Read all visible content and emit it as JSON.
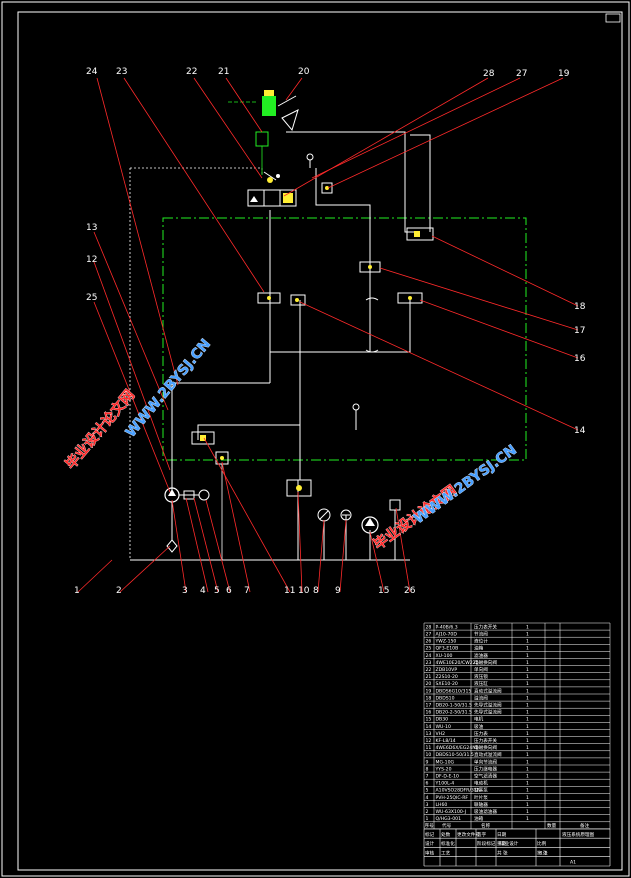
{
  "callouts": [
    "24",
    "23",
    "22",
    "21",
    "20",
    "28",
    "27",
    "19",
    "13",
    "12",
    "25",
    "18",
    "17",
    "16",
    "14",
    "1",
    "2",
    "3",
    "4",
    "5",
    "6",
    "7",
    "11",
    "10",
    "8",
    "9",
    "15",
    "26"
  ],
  "watermarks": {
    "cn_text": "毕业设计论文网",
    "url_text": "WWW.2BYSJ.CN"
  },
  "parts_table": {
    "rows": [
      {
        "no": "28",
        "code": "P-40B/6.3",
        "name": "压力表开关",
        "qty": "1"
      },
      {
        "no": "27",
        "code": "AJ10-70D",
        "name": "节流阀",
        "qty": "1"
      },
      {
        "no": "26",
        "code": "YWZ-150",
        "name": "液位计",
        "qty": "1"
      },
      {
        "no": "25",
        "code": "QF3-E10B",
        "name": "油箱",
        "qty": "1"
      },
      {
        "no": "24",
        "code": "XU-100",
        "name": "滤油器",
        "qty": "1"
      },
      {
        "no": "23",
        "code": "4WE10E20/CW220",
        "name": "电磁换向阀",
        "qty": "1"
      },
      {
        "no": "22",
        "code": "ZDB10VP",
        "name": "单向阀",
        "qty": "1"
      },
      {
        "no": "21",
        "code": "Z2S10-20",
        "name": "液压锁",
        "qty": "1"
      },
      {
        "no": "20",
        "code": "SXE10-20",
        "name": "液压缸",
        "qty": "1"
      },
      {
        "no": "19",
        "code": "DBDS6G10/315",
        "name": "直动式溢流阀",
        "qty": "1"
      },
      {
        "no": "18",
        "code": "DBDS10",
        "name": "溢流阀",
        "qty": "1"
      },
      {
        "no": "17",
        "code": "DB20-1-50/31.5",
        "name": "先导式溢流阀",
        "qty": "1"
      },
      {
        "no": "16",
        "code": "DB20-2-50/31.5",
        "name": "先导式溢流阀",
        "qty": "1"
      },
      {
        "no": "15",
        "code": "DB30",
        "name": "电机",
        "qty": "1"
      },
      {
        "no": "14",
        "code": "WU-10",
        "name": "吸油",
        "qty": "1"
      },
      {
        "no": "13",
        "code": "VH2",
        "name": "压力表",
        "qty": "1"
      },
      {
        "no": "12",
        "code": "KF-L8/14",
        "name": "压力表开关",
        "qty": "1"
      },
      {
        "no": "11",
        "code": "4WE6D6X/EG24N9",
        "name": "电磁换向阀",
        "qty": "1"
      },
      {
        "no": "10",
        "code": "DBDS10-50/31.5",
        "name": "直动式溢流阀",
        "qty": "1"
      },
      {
        "no": "9",
        "code": "MG-10G",
        "name": "单向节流阀",
        "qty": "1"
      },
      {
        "no": "8",
        "code": "YYS-20",
        "name": "压力继电器",
        "qty": "1"
      },
      {
        "no": "7",
        "code": "DF-D-E-10",
        "name": "空气滤清器",
        "qty": "1"
      },
      {
        "no": "6",
        "code": "Y100L-4",
        "name": "电动机",
        "qty": "1"
      },
      {
        "no": "5",
        "code": "A10VSO28DFR/31R",
        "name": "柱塞泵",
        "qty": "1"
      },
      {
        "no": "4",
        "code": "PVH-25QIC-RF",
        "name": "叶片泵",
        "qty": "1"
      },
      {
        "no": "3",
        "code": "LH60",
        "name": "联轴器",
        "qty": "1"
      },
      {
        "no": "2",
        "code": "WU-63X100-J",
        "name": "吸油滤油器",
        "qty": "1"
      },
      {
        "no": "1",
        "code": "Q/HG3-001",
        "name": "油箱",
        "qty": "1"
      }
    ],
    "header": {
      "no": "序号",
      "code": "代号",
      "name": "名称",
      "qty": "数量",
      "note": "备注"
    },
    "title_block": {
      "r1": [
        "标记",
        "处数",
        "更改文件号",
        "签字",
        "日期"
      ],
      "drawing_title": "液压系统原理图",
      "school": "毕业设计",
      "r2": [
        "设计",
        "标准化",
        "阶段标记",
        "重量",
        "比例"
      ],
      "r3": [
        "审核",
        "工艺",
        "共 张",
        "第 张"
      ],
      "scale": "1:1",
      "sheet": "A1"
    }
  }
}
